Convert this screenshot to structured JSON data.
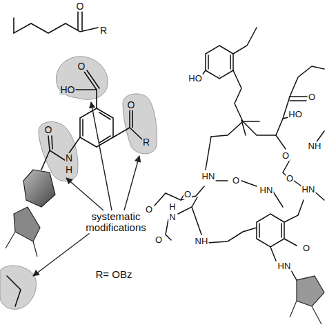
{
  "diagram": {
    "labels": [
      "O",
      "R",
      "O",
      "HO",
      "O",
      "R",
      "O",
      "N",
      "H",
      "systematic modifications",
      "R= OBz",
      "HO",
      "O",
      "HO",
      "NH",
      "O",
      "HN",
      "O",
      "HN",
      "O",
      "HN",
      "O",
      "O",
      "N",
      "H",
      "NH",
      "O",
      "HN",
      "O"
    ]
  }
}
